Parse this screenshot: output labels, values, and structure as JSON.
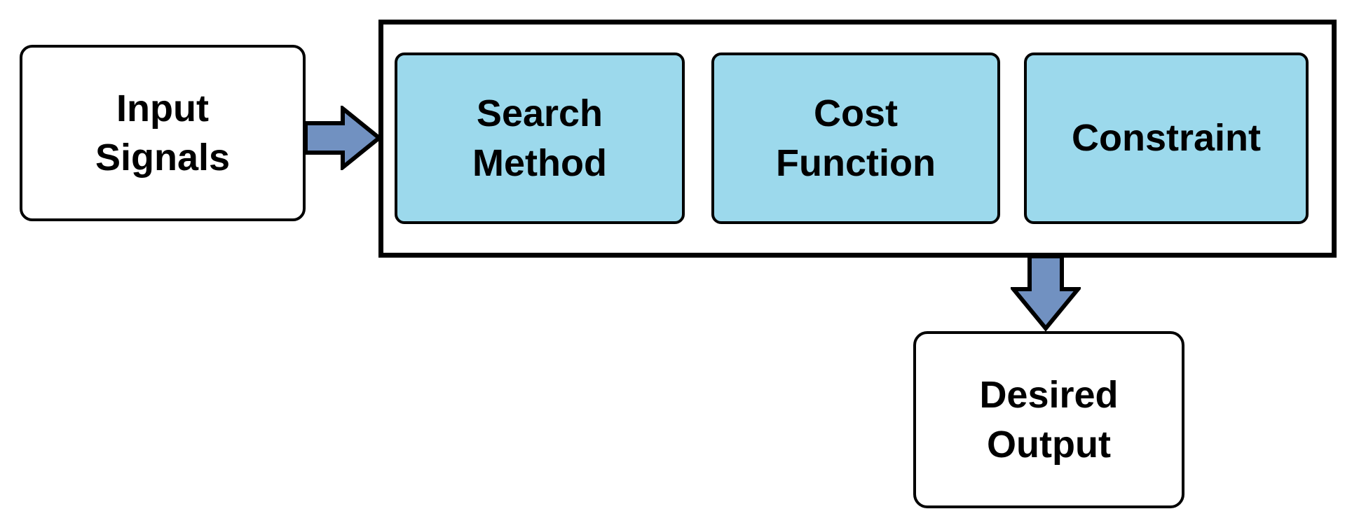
{
  "colors": {
    "page_bg": "#ffffff",
    "node_fill_white": "#ffffff",
    "node_fill_blue": "#9cd9ec",
    "arrow_fill": "#7191c1",
    "stroke": "#000000",
    "text": "#000000"
  },
  "nodes": {
    "input": {
      "label": "Input\nSignals"
    },
    "search": {
      "label": "Search\nMethod"
    },
    "cost": {
      "label": "Cost\nFunction"
    },
    "constraint": {
      "label": "Constraint"
    },
    "output": {
      "label": "Desired\nOutput"
    }
  },
  "arrows": {
    "input_to_group": {
      "direction": "right"
    },
    "group_to_output": {
      "direction": "down"
    }
  }
}
